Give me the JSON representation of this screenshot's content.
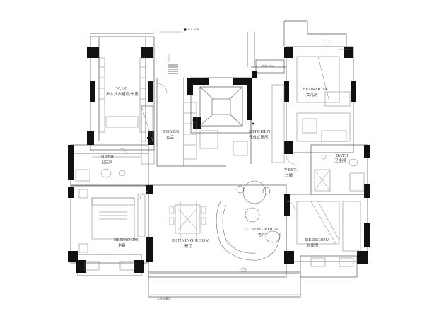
{
  "rooms": {
    "wic": {
      "en": "W.I.C",
      "zh": "步入式衣帽间/书房"
    },
    "foyer": {
      "en": "FOYER",
      "zh": "玄关"
    },
    "kitchen": {
      "en": "KITCHEN",
      "zh": "开放式厨房"
    },
    "bath_left": {
      "en": "BATH",
      "zh": "卫生间"
    },
    "master": {
      "en": "BEDROOM",
      "zh": "主卧"
    },
    "dining": {
      "en": "DINNING ROOM",
      "zh": "餐厅"
    },
    "living": {
      "en": "LIVING ROOM",
      "zh": "客厅"
    },
    "vest": {
      "en": "VEST.",
      "zh": "过廊"
    },
    "bath_right": {
      "en": "BATH",
      "zh": "卫生间"
    },
    "girl": {
      "en": "BEDROOM",
      "zh": "女儿房"
    },
    "elder": {
      "en": "BEDROOM",
      "zh": "长辈房"
    }
  },
  "annotations": {
    "top": "E-L-AVR",
    "ac": "空调 VRV",
    "bottom": "公共走廊区"
  },
  "colors": {
    "wall": "#111111",
    "line": "#444444",
    "thin": "#8a8a8a"
  }
}
